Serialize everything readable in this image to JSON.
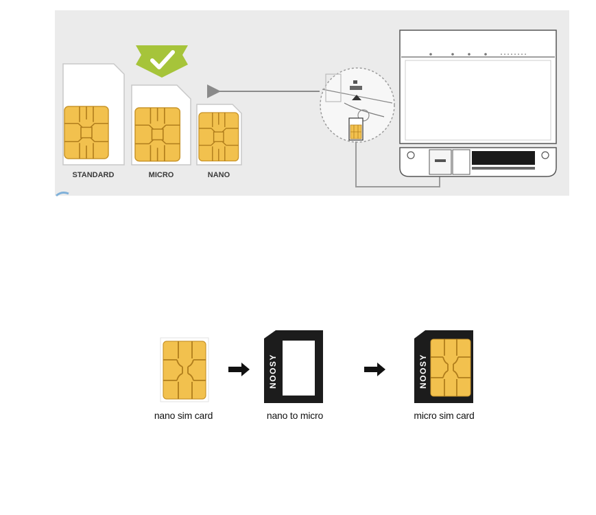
{
  "top_panel": {
    "sim_labels": {
      "standard": "STANDARD",
      "micro": "MICRO",
      "nano": "NANO"
    }
  },
  "bottom_row": {
    "nano_label": "nano sim card",
    "adapter_label": "nano to micro",
    "micro_label": "micro sim card",
    "adapter_brand": "NOOSY"
  },
  "colors": {
    "panel_bg": "#ebebeb",
    "chip_gold": "#f2c14e",
    "check_green": "#a6c43a",
    "adapter_black": "#1c1c1c"
  }
}
